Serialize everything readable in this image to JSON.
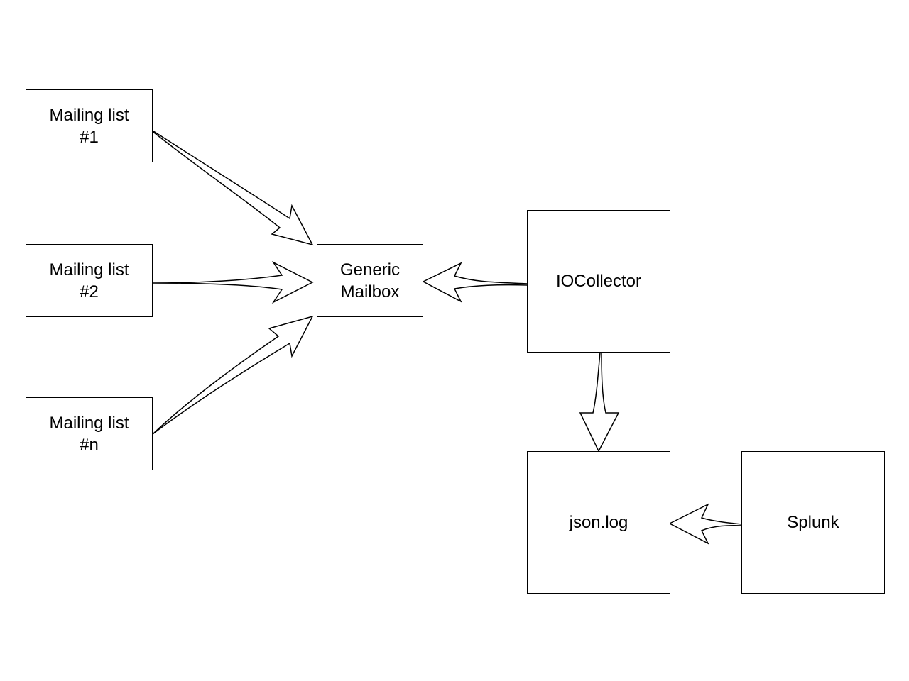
{
  "diagram": {
    "nodes": {
      "mailing_list_1": {
        "label": "Mailing list\n#1"
      },
      "mailing_list_2": {
        "label": "Mailing list\n#2"
      },
      "mailing_list_n": {
        "label": "Mailing list\n#n"
      },
      "generic_mailbox": {
        "label": "Generic\nMailbox"
      },
      "iocollector": {
        "label": "IOCollector"
      },
      "json_log": {
        "label": "json.log"
      },
      "splunk": {
        "label": "Splunk"
      }
    },
    "edges": [
      {
        "from": "Mailing list #1",
        "to": "Generic Mailbox"
      },
      {
        "from": "Mailing list #2",
        "to": "Generic Mailbox"
      },
      {
        "from": "Mailing list #n",
        "to": "Generic Mailbox"
      },
      {
        "from": "IOCollector",
        "to": "Generic Mailbox"
      },
      {
        "from": "IOCollector",
        "to": "json.log"
      },
      {
        "from": "Splunk",
        "to": "json.log"
      }
    ],
    "colors": {
      "stroke": "#000000",
      "fill": "#ffffff",
      "text": "#000000"
    }
  }
}
